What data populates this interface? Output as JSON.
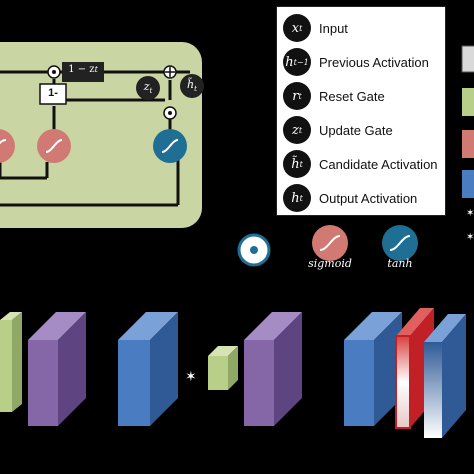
{
  "legend": {
    "items": [
      {
        "symbol": "x",
        "sub": "t",
        "label": "Input"
      },
      {
        "symbol": "h",
        "sub": "t−1",
        "label": "Previous Activation"
      },
      {
        "symbol": "r",
        "sub": "t",
        "label": "Reset Gate"
      },
      {
        "symbol": "z",
        "sub": "t",
        "label": "Update Gate"
      },
      {
        "symbol": "h̃",
        "sub": "t",
        "label": "Candidate Activation"
      },
      {
        "symbol": "h",
        "sub": "t",
        "label": "Output Activation"
      }
    ]
  },
  "gru_cell": {
    "one_minus_z_label": "1 − z",
    "one_minus_z_sub": "t",
    "one_minus_label": "1-",
    "z_label": "z",
    "z_sub": "t",
    "htilde_label": "h̃",
    "htilde_sub": "t"
  },
  "activations": {
    "sigmoid_label": "sigmoid",
    "tanh_label": "tanh"
  },
  "colors": {
    "cell_bg": "#c9d6a3",
    "sigmoid": "#d17a74",
    "tanh": "#1f6f94",
    "layer_green": "#b8cf8a",
    "layer_purple": "#8567a8",
    "layer_blue": "#4a7cc2",
    "layer_red_edge": "#c02026"
  }
}
